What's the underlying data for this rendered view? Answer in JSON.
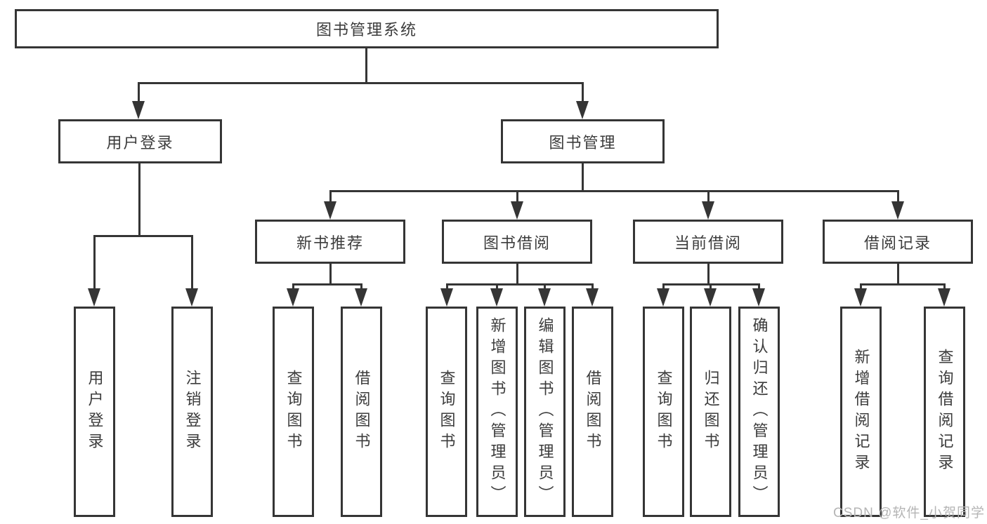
{
  "diagram": {
    "root": {
      "label": "图书管理系统"
    },
    "level2": [
      {
        "label": "用户登录"
      },
      {
        "label": "图书管理"
      }
    ],
    "level3": [
      {
        "label": "新书推荐"
      },
      {
        "label": "图书借阅"
      },
      {
        "label": "当前借阅"
      },
      {
        "label": "借阅记录"
      }
    ],
    "leaves": {
      "user_login": [
        "用户登录",
        "注销登录"
      ],
      "new_books": [
        "查询图书",
        "借阅图书"
      ],
      "book_borrow": [
        "查询图书",
        "新增图书（管理员）",
        "编辑图书（管理员）",
        "借阅图书"
      ],
      "current_borrow": [
        "查询图书",
        "归还图书",
        "确认归还（管理员）"
      ],
      "borrow_records": [
        "新增借阅记录",
        "查询借阅记录"
      ]
    },
    "watermark": "CSDN @软件_小贺同学",
    "colors": {
      "line": "#353535",
      "text": "#3c3c3c",
      "watermark": "#b5b5b5",
      "background": "#ffffff"
    }
  }
}
